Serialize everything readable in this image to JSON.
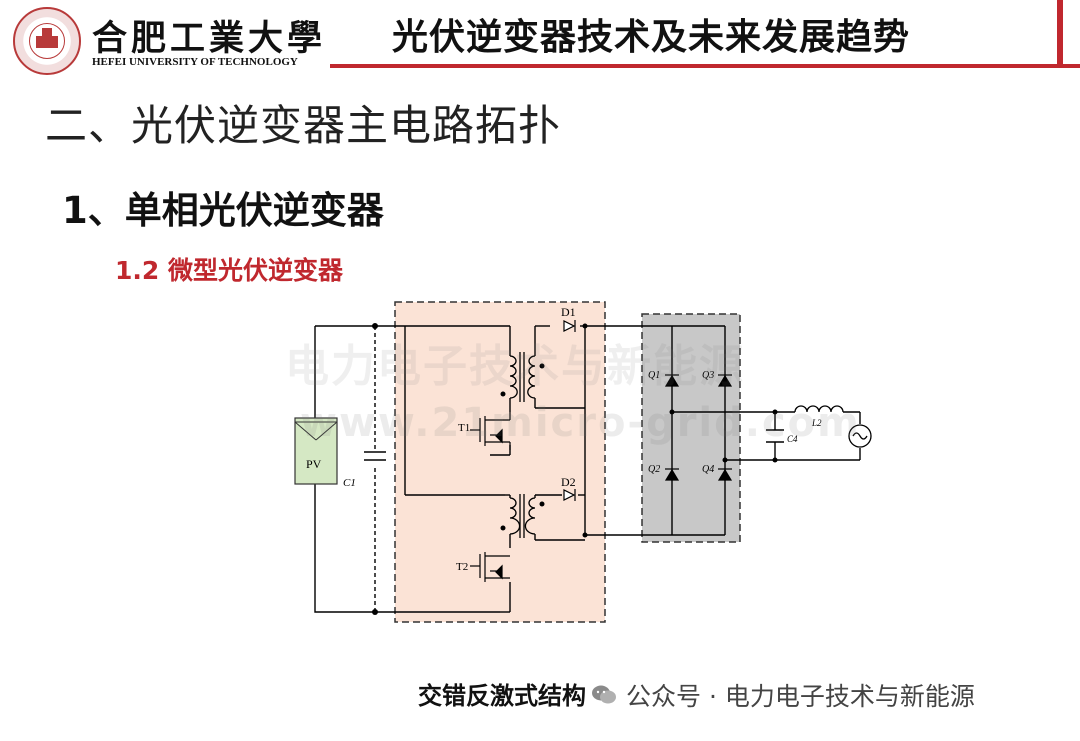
{
  "header": {
    "university_cn": "合肥工業大學",
    "university_en": "HEFEI UNIVERSITY OF TECHNOLOGY",
    "title": "光伏逆变器技术及未来发展趋势",
    "colors": {
      "accent": "#c0282e",
      "seal": "#b83a3a"
    }
  },
  "section_title": "二、光伏逆变器主电路拓扑",
  "sub_title": "1、单相光伏逆变器",
  "sub_sub_title": "1.2 微型光伏逆变器",
  "circuit": {
    "labels": {
      "pv": "PV",
      "c1": "C1",
      "d1": "D1",
      "d2": "D2",
      "t1": "T1",
      "t2": "T2",
      "q1": "Q1",
      "q2": "Q2",
      "q3": "Q3",
      "q4": "Q4",
      "c4": "C4",
      "l2": "L2"
    },
    "colors": {
      "flyback_region": "#fbe3d6",
      "bridge_region": "#c8c8c8",
      "pv_panel": "#d5e8c4"
    },
    "icons": [
      "ac-source-icon",
      "diode-icon",
      "mosfet-icon",
      "thyristor-icon",
      "transformer-icon",
      "capacitor-icon",
      "inductor-icon"
    ]
  },
  "watermark": {
    "text_cn": "电力电子技术与新能源",
    "url": "www.21micro-grid.com"
  },
  "caption": "交错反激式结构",
  "credit": {
    "icon": "wechat-icon",
    "text": "公众号 · 电力电子技术与新能源"
  }
}
